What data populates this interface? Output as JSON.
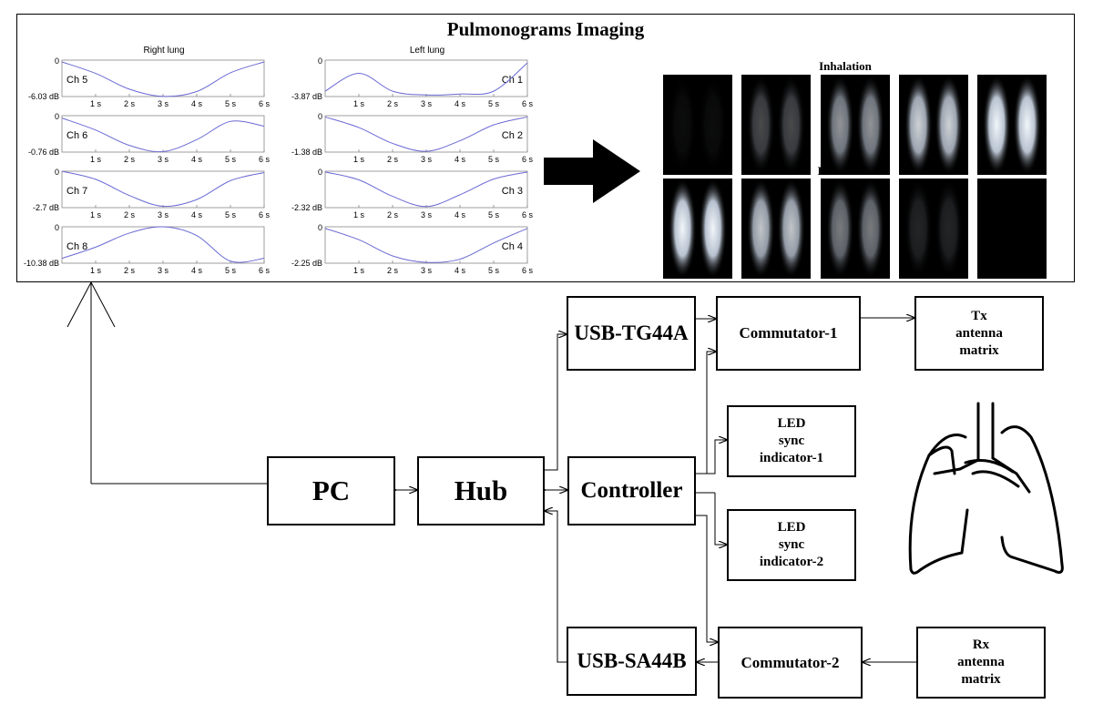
{
  "panel": {
    "title": "Pulmonograms Imaging",
    "right_lung_title": "Right lung",
    "left_lung_title": "Left lung",
    "inhalation_label": "Inhalation",
    "exhalation_label": "Exhalation"
  },
  "chart_data": [
    {
      "type": "line",
      "panel": "Right lung",
      "channel": "Ch 5",
      "ylabel_min": "-6.03 dB",
      "ylabel_max": "0",
      "x_ticks": [
        "1 s",
        "2 s",
        "3 s",
        "4 s",
        "5 s",
        "6 s"
      ],
      "x": [
        0,
        1,
        2,
        3,
        4,
        5,
        6
      ],
      "y": [
        -0.3,
        -2.2,
        -4.8,
        -6.0,
        -5.2,
        -2.1,
        -0.3
      ],
      "line_color": "#6a6ad4"
    },
    {
      "type": "line",
      "panel": "Right lung",
      "channel": "Ch 6",
      "ylabel_min": "-0.76 dB",
      "ylabel_max": "0",
      "x_ticks": [
        "1 s",
        "2 s",
        "3 s",
        "4 s",
        "5 s",
        "6 s"
      ],
      "x": [
        0,
        1,
        2,
        3,
        4,
        5,
        6
      ],
      "y": [
        -0.05,
        -0.3,
        -0.62,
        -0.75,
        -0.5,
        -0.12,
        -0.22
      ],
      "line_color": "#6a6ad4"
    },
    {
      "type": "line",
      "panel": "Right lung",
      "channel": "Ch 7",
      "ylabel_min": "-2.7 dB",
      "ylabel_max": "0",
      "x_ticks": [
        "1 s",
        "2 s",
        "3 s",
        "4 s",
        "5 s",
        "6 s"
      ],
      "x": [
        0,
        1,
        2,
        3,
        4,
        5,
        6
      ],
      "y": [
        0,
        -0.6,
        -1.8,
        -2.6,
        -2.1,
        -0.7,
        -0.1
      ],
      "line_color": "#6a6ad4"
    },
    {
      "type": "line",
      "panel": "Right lung",
      "channel": "Ch 8",
      "ylabel_min": "-10.38 dB",
      "ylabel_max": "0",
      "x_ticks": [
        "1 s",
        "2 s",
        "3 s",
        "4 s",
        "5 s",
        "6 s"
      ],
      "x": [
        0,
        1,
        2,
        3,
        4,
        5,
        6
      ],
      "y": [
        -9.0,
        -5.8,
        -1.8,
        0,
        -2.5,
        -9.8,
        -9.0
      ],
      "line_color": "#6a6ad4"
    },
    {
      "type": "line",
      "panel": "Left lung",
      "channel": "Ch 1",
      "ylabel_min": "-3.87 dB",
      "ylabel_max": "0",
      "x_ticks": [
        "1 s",
        "2 s",
        "3 s",
        "4 s",
        "5 s",
        "6 s"
      ],
      "x": [
        0,
        1,
        2,
        3,
        4,
        5,
        6
      ],
      "y": [
        -3.3,
        -1.4,
        -3.3,
        -3.7,
        -3.6,
        -3.3,
        -0.3
      ],
      "line_color": "#6a6ad4"
    },
    {
      "type": "line",
      "panel": "Left lung",
      "channel": "Ch 2",
      "ylabel_min": "-1.38 dB",
      "ylabel_max": "0",
      "x_ticks": [
        "1 s",
        "2 s",
        "3 s",
        "4 s",
        "5 s",
        "6 s"
      ],
      "x": [
        0,
        1,
        2,
        3,
        4,
        5,
        6
      ],
      "y": [
        -0.05,
        -0.45,
        -1.05,
        -1.35,
        -0.95,
        -0.35,
        -0.05
      ],
      "line_color": "#6a6ad4"
    },
    {
      "type": "line",
      "panel": "Left lung",
      "channel": "Ch 3",
      "ylabel_min": "-2.32 dB",
      "ylabel_max": "0",
      "x_ticks": [
        "1 s",
        "2 s",
        "3 s",
        "4 s",
        "5 s",
        "6 s"
      ],
      "x": [
        0,
        1,
        2,
        3,
        4,
        5,
        6
      ],
      "y": [
        -0.05,
        -0.55,
        -1.6,
        -2.25,
        -1.5,
        -0.5,
        -0.05
      ],
      "line_color": "#6a6ad4"
    },
    {
      "type": "line",
      "panel": "Left lung",
      "channel": "Ch 4",
      "ylabel_min": "-2.25 dB",
      "ylabel_max": "0",
      "x_ticks": [
        "1 s",
        "2 s",
        "3 s",
        "4 s",
        "5 s",
        "6 s"
      ],
      "x": [
        0,
        1,
        2,
        3,
        4,
        5,
        6
      ],
      "y": [
        -0.1,
        -0.8,
        -1.8,
        -2.2,
        -2.0,
        -1.0,
        -0.1
      ],
      "line_color": "#6a6ad4"
    }
  ],
  "lung_frames": {
    "inhalation_intensity": [
      0.05,
      0.3,
      0.6,
      0.85,
      1.0
    ],
    "exhalation_intensity": [
      1.0,
      0.8,
      0.5,
      0.15,
      0.0
    ],
    "glow_color": "#e8eef4"
  },
  "blocks": {
    "pc": "PC",
    "hub": "Hub",
    "controller": "Controller",
    "usb_tg44a": "USB-TG44A",
    "usb_sa44b": "USB-SA44B",
    "commutator_1": "Commutator-1",
    "commutator_2": "Commutator-2",
    "tx_line1": "Tx",
    "tx_line2": "antenna",
    "tx_line3": "matrix",
    "rx_line1": "Rx",
    "rx_line2": "antenna",
    "rx_line3": "matrix",
    "led1_line1": "LED",
    "led1_line2": "sync",
    "led1_line3": "indicator-1",
    "led2_line1": "LED",
    "led2_line2": "sync",
    "led2_line3": "indicator-2"
  },
  "colors": {
    "line": "#000000",
    "plot_line": "#6a6ad4",
    "axis": "#888888"
  }
}
